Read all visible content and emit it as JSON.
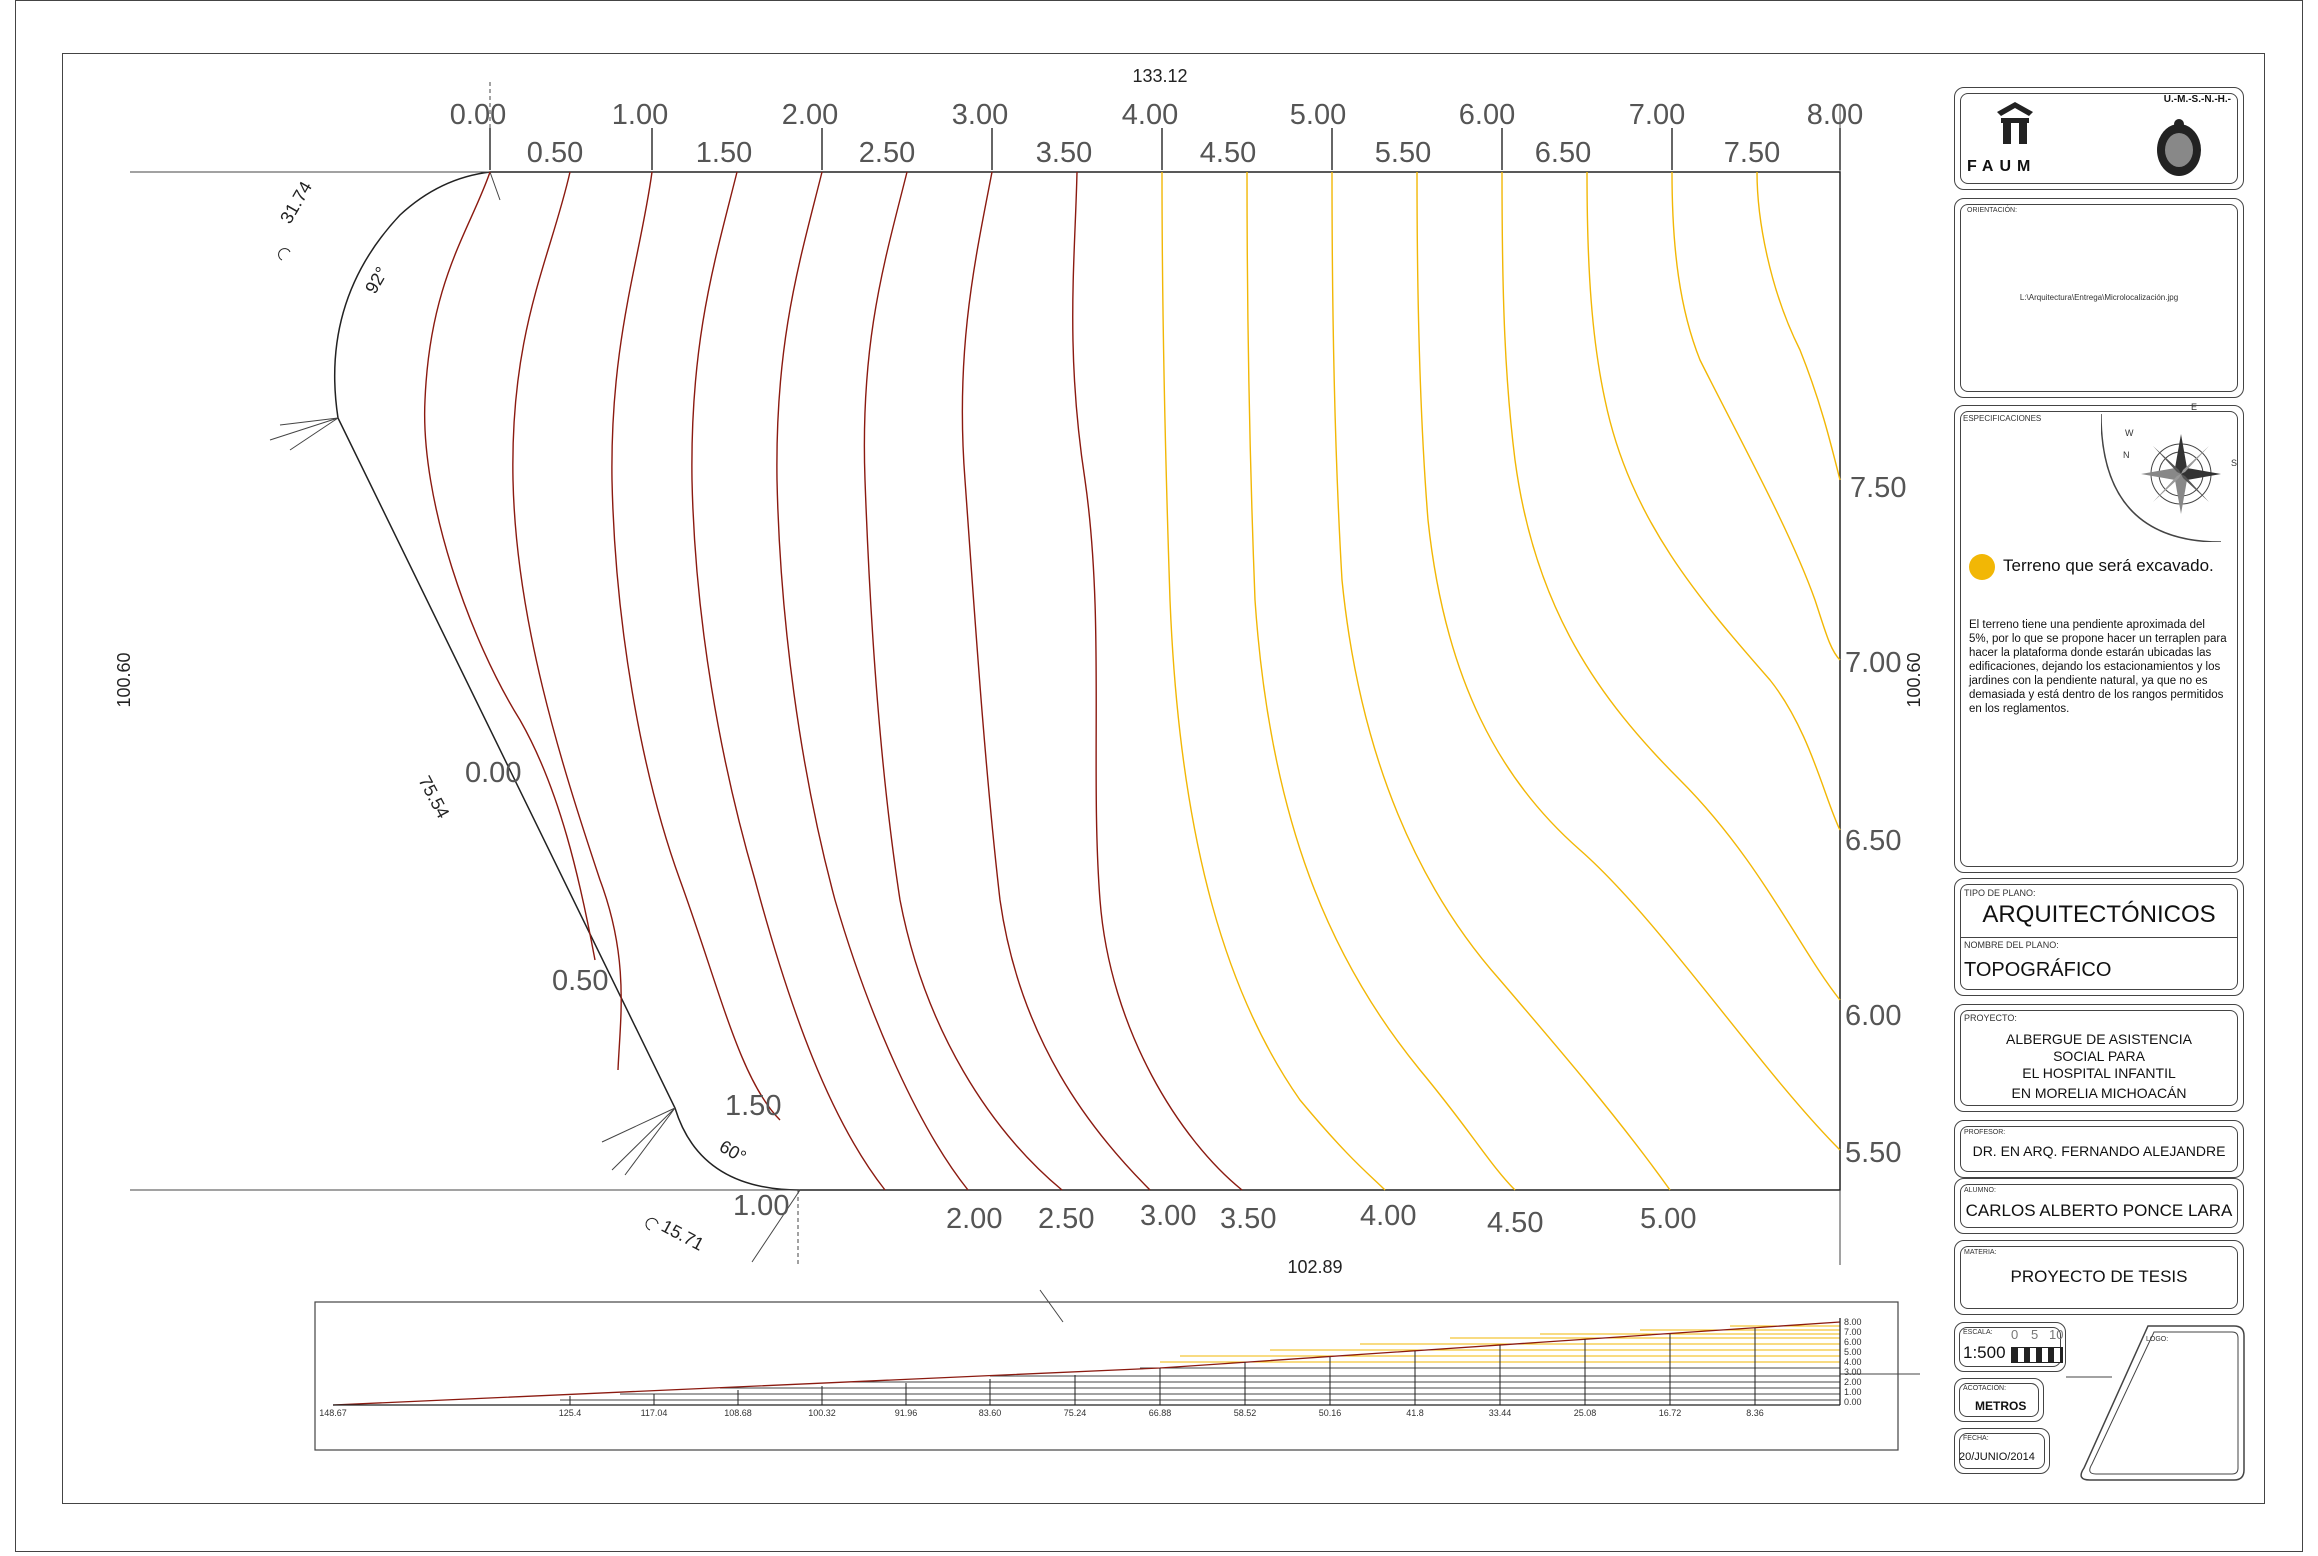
{
  "colors": {
    "cut": "#f2b705",
    "fill": "#8b1a10",
    "line": "#222222"
  },
  "dimensions": {
    "top": "133.12",
    "bottom": "102.89",
    "left": "100.60",
    "right": "100.60",
    "arc_top": "31.74",
    "arc_bottom": "15.71",
    "diag": "75.54",
    "angle_top": "92°",
    "angle_bottom": "60°"
  },
  "top_levels_major": [
    "0.00",
    "1.00",
    "2.00",
    "3.00",
    "4.00",
    "5.00",
    "6.00",
    "7.00",
    "8.00"
  ],
  "top_levels_minor": [
    "0.50",
    "1.50",
    "2.50",
    "3.50",
    "4.50",
    "5.50",
    "6.50",
    "7.50"
  ],
  "right_levels": [
    "7.50",
    "7.00",
    "6.50",
    "6.00",
    "5.50"
  ],
  "left_levels": [
    "0.00",
    "0.50",
    "1.50"
  ],
  "bottom_levels": [
    "1.00",
    "2.00",
    "2.50",
    "3.00",
    "3.50",
    "4.00",
    "4.50",
    "5.00"
  ],
  "profile": {
    "x_labels": [
      "148.67",
      "125.4",
      "117.04",
      "108.68",
      "100.32",
      "91.96",
      "83.60",
      "75.24",
      "66.88",
      "58.52",
      "50.16",
      "41.8",
      "33.44",
      "25.08",
      "16.72",
      "8.36"
    ],
    "y_labels": [
      "8.00",
      "7.00",
      "6.00",
      "5.00",
      "4.00",
      "3.00",
      "2.00",
      "1.00",
      "0.00"
    ]
  },
  "titleblock": {
    "university": "U.-M.-S.-N.-H.-",
    "faculty": "FAUM",
    "orientacion_label": "ORIENTACIÓN:",
    "orientacion_path": "L:\\Arquitectura\\Entrega\\Microlocalización.jpg",
    "specs_label": "ESPECIFICACIONES",
    "compass": {
      "n": "N",
      "s": "S",
      "e": "E",
      "w": "W"
    },
    "legend": "Terreno que será excavado.",
    "note": "El terreno tiene una pendiente aproximada del 5%, por lo que se propone hacer un terraplen para hacer la plataforma donde estarán ubicadas las edificaciones, dejando los estacionamientos y los jardines con la pendiente natural, ya que no es demasiada y está dentro de los rangos permitidos en los reglamentos.",
    "tipo_label": "TIPO DE PLANO:",
    "tipo": "ARQUITECTÓNICOS",
    "nombre_label": "NOMBRE DEL PLANO:",
    "nombre": "TOPOGRÁFICO",
    "proyecto_label": "PROYECTO:",
    "proyecto": [
      "ALBERGUE DE ASISTENCIA",
      "SOCIAL PARA",
      "EL HOSPITAL INFANTIL",
      "EN MORELIA MICHOACÁN"
    ],
    "profesor_label": "PROFESOR:",
    "profesor": "DR. EN ARQ. FERNANDO ALEJANDRE",
    "alumno_label": "ALUMNO:",
    "alumno": "CARLOS ALBERTO PONCE LARA",
    "materia_label": "MATERIA:",
    "materia": "PROYECTO DE TESIS",
    "escala_label": "ESCALA:",
    "escala": "1:500",
    "escala_marks": [
      "0",
      "5",
      "10"
    ],
    "logo_label": "LOGO:",
    "acotacion_label": "ACOTACIÓN:",
    "acotacion": "METROS",
    "fecha_label": "FECHA:",
    "fecha": "20/JUNIO/2014"
  }
}
